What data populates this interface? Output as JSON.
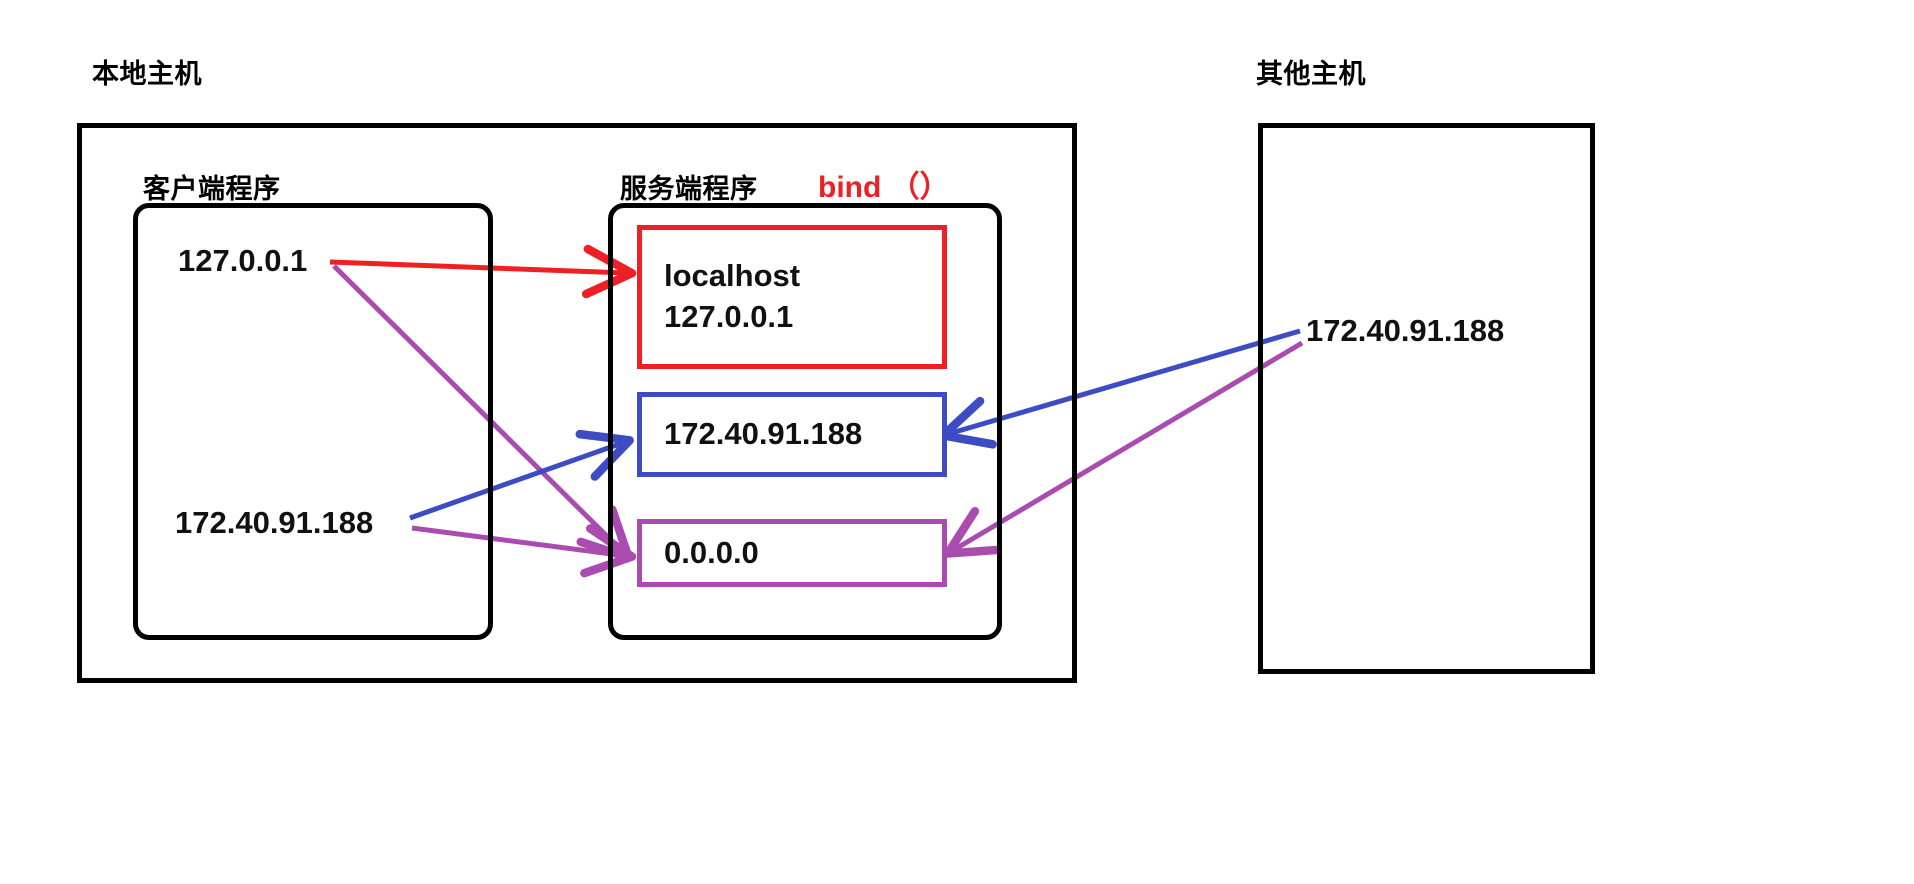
{
  "diagram": {
    "title_local_host": "本地主机",
    "title_other_host": "其他主机",
    "label_client_program": "客户端程序",
    "label_server_program": "服务端程序",
    "label_bind_call": "bind （）",
    "client_addresses": [
      {
        "value": "127.0.0.1"
      },
      {
        "value": "172.40.91.188"
      }
    ],
    "server_bindings": [
      {
        "line1": "localhost",
        "line2": "127.0.0.1",
        "color": "#EE2024",
        "name": "localhost"
      },
      {
        "line1": "172.40.91.188",
        "line2": "",
        "color": "#3D4BC4",
        "name": "lan-ip"
      },
      {
        "line1": "0.0.0.0",
        "line2": "",
        "color": "#A94BAF",
        "name": "any-ip"
      }
    ],
    "remote_address": "172.40.91.188",
    "colors": {
      "red": "#EE2024",
      "blue": "#3D4BC4",
      "purple": "#A94BAF",
      "black": "#000000"
    }
  }
}
